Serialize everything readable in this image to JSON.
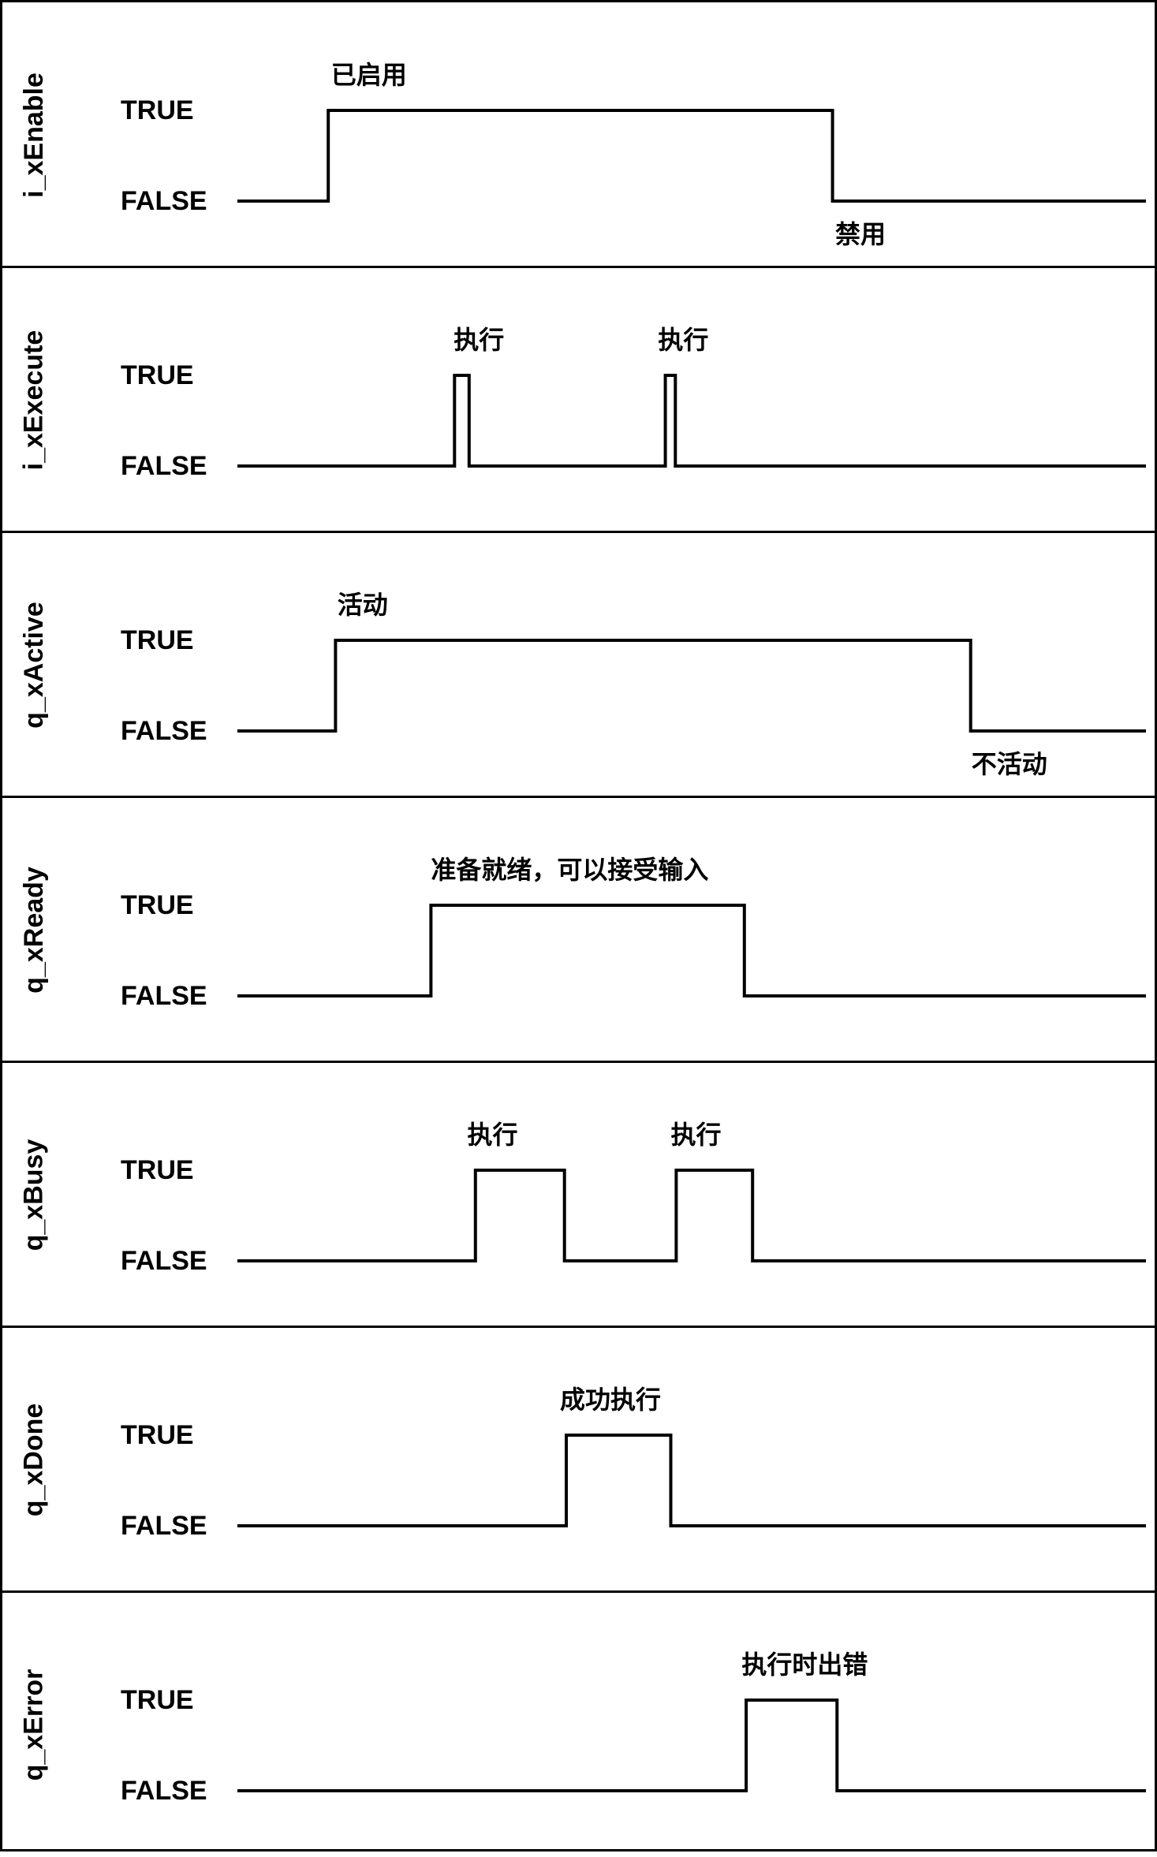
{
  "levels": {
    "high": "TRUE",
    "low": "FALSE"
  },
  "signals": [
    {
      "name": "i_xEnable",
      "transitions": [
        0.1,
        0.655
      ],
      "annotations": [
        {
          "text": "已启用",
          "at": 0.103,
          "pos": "above"
        },
        {
          "text": "禁用",
          "at": 0.658,
          "pos": "below"
        }
      ]
    },
    {
      "name": "i_xExecute",
      "transitions": [
        0.239,
        0.255,
        0.471,
        0.482
      ],
      "annotations": [
        {
          "text": "执行",
          "at": 0.238,
          "pos": "above"
        },
        {
          "text": "执行",
          "at": 0.463,
          "pos": "above"
        }
      ]
    },
    {
      "name": "q_xActive",
      "transitions": [
        0.108,
        0.807
      ],
      "annotations": [
        {
          "text": "活动",
          "at": 0.11,
          "pos": "above"
        },
        {
          "text": "不活动",
          "at": 0.808,
          "pos": "below"
        }
      ]
    },
    {
      "name": "q_xReady",
      "transitions": [
        0.213,
        0.558
      ],
      "annotations": [
        {
          "text": "准备就绪，可以接受输入",
          "at": 0.213,
          "pos": "above"
        }
      ]
    },
    {
      "name": "q_xBusy",
      "transitions": [
        0.262,
        0.36,
        0.483,
        0.567
      ],
      "annotations": [
        {
          "text": "执行",
          "at": 0.253,
          "pos": "above"
        },
        {
          "text": "执行",
          "at": 0.477,
          "pos": "above"
        }
      ]
    },
    {
      "name": "q_xDone",
      "transitions": [
        0.362,
        0.477
      ],
      "annotations": [
        {
          "text": "成功执行",
          "at": 0.355,
          "pos": "above"
        }
      ]
    },
    {
      "name": "q_xError",
      "transitions": [
        0.56,
        0.66
      ],
      "annotations": [
        {
          "text": "执行时出错",
          "at": 0.555,
          "pos": "above"
        }
      ]
    }
  ]
}
